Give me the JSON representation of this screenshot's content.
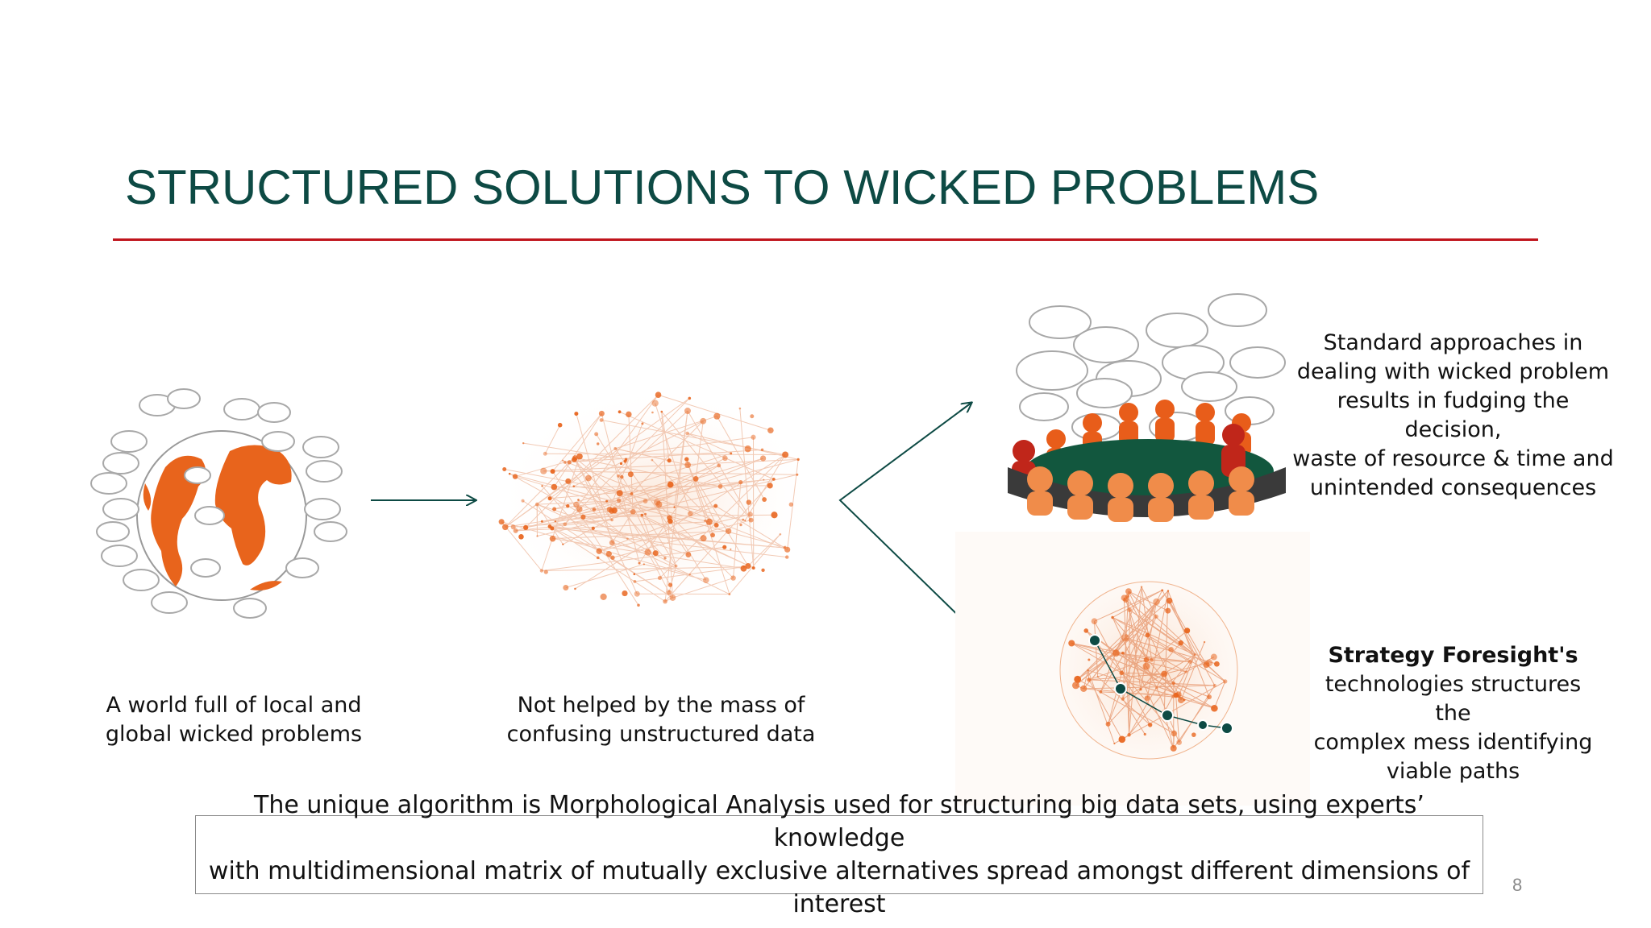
{
  "slide": {
    "title": "STRUCTURED SOLUTIONS TO WICKED PROBLEMS",
    "page_number": "8",
    "colors": {
      "title": "#0d4a44",
      "rule": "#c0141c",
      "accent": "#e8641c",
      "arrow": "#0d4a44"
    }
  },
  "captions": {
    "world": [
      "A world full of local and",
      "global  wicked problems"
    ],
    "data": [
      "Not helped by the mass of",
      "confusing unstructured data"
    ],
    "standard": [
      "Standard approaches in",
      "dealing with wicked problem",
      "results in fudging the decision,",
      "waste of resource & time and",
      "unintended consequences"
    ],
    "strategy_bold": "Strategy Foresight's",
    "strategy_rest": [
      "technologies structures the",
      "complex mess identifying",
      "viable paths"
    ]
  },
  "banner": {
    "lines": [
      "The unique algorithm is Morphological Analysis used for structuring big data sets, using experts’ knowledge",
      "with multidimensional matrix of mutually exclusive alternatives spread amongst different dimensions of interest"
    ]
  },
  "illustrations": {
    "world": "globe-with-thought-clouds",
    "data": "scattered-network-graph",
    "meeting": "people-at-round-table-with-thought-clouds",
    "structured": "structured-network-sphere-with-path"
  }
}
